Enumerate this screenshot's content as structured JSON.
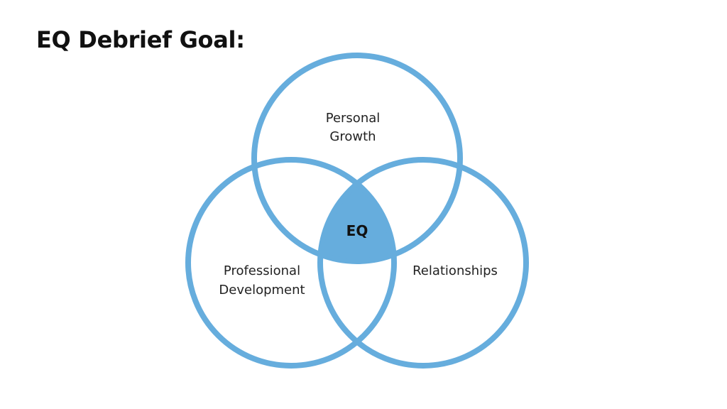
{
  "slide": {
    "title": "EQ Debrief Goal:"
  },
  "diagram": {
    "type": "venn",
    "circles": [
      {
        "id": "top",
        "label_lines": [
          "Personal",
          "Growth"
        ]
      },
      {
        "id": "left",
        "label_lines": [
          "Professional",
          "Development"
        ]
      },
      {
        "id": "right",
        "label_lines": [
          "Relationships"
        ]
      }
    ],
    "center_label": "EQ"
  },
  "colors": {
    "circle_stroke": "#66ADDD",
    "center_fill": "#66ADDD",
    "title_text": "#111111",
    "label_text": "#222222",
    "background": "#FFFFFF"
  }
}
